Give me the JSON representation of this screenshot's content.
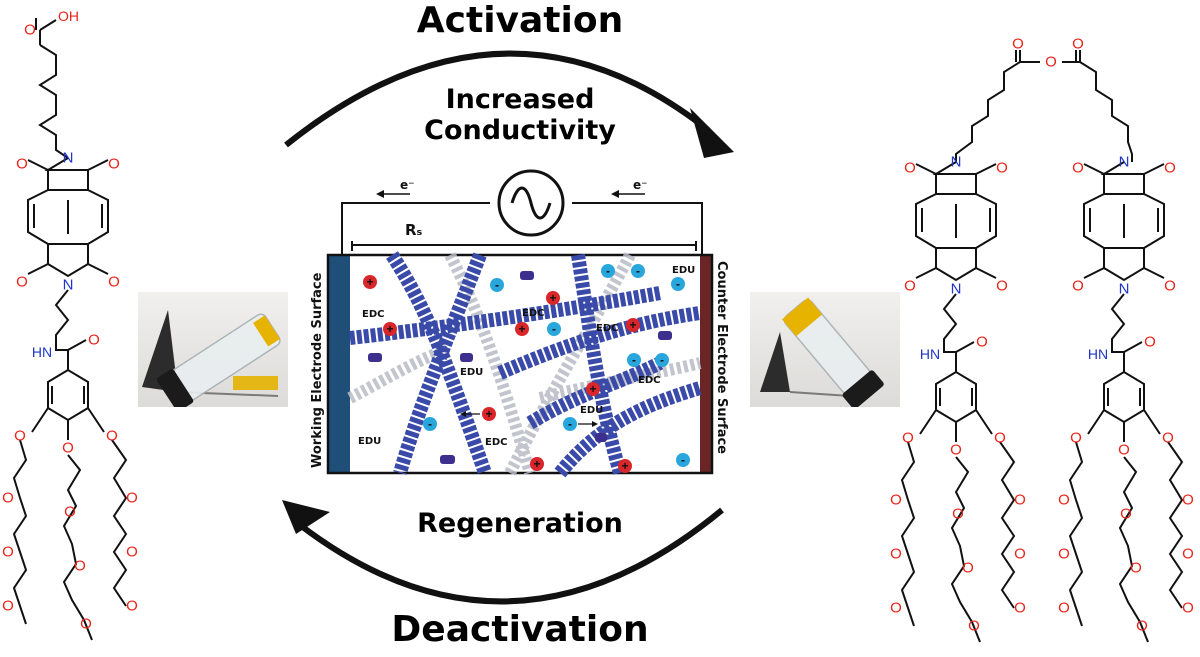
{
  "titles": {
    "activation": "Activation",
    "increased_conductivity": "Increased Conductivity",
    "regeneration": "Regeneration",
    "deactivation": "Deactivation"
  },
  "circuit": {
    "electron_left": "e⁻",
    "electron_right": "e⁻",
    "resistance": "Rₛ"
  },
  "cell": {
    "working_electrode": "Working Electrode Surface",
    "counter_electrode": "Counter Electrode Surface",
    "labels": [
      "EDC",
      "EDC",
      "EDC",
      "EDC",
      "EDC",
      "EDU",
      "EDU",
      "EDU",
      "EDU"
    ]
  },
  "molecule_labels": {
    "oh": "OH",
    "o": "O",
    "n": "N",
    "hn": "HN"
  },
  "colors": {
    "oxygen": "#e8231a",
    "nitrogen": "#1f35c8",
    "fiber": "#3a4aa8",
    "working_electrode": "#1f4f78",
    "counter_electrode": "#6a2626",
    "cation": "#d9262a",
    "anion": "#29a7dc",
    "vial_liquid": "#e6b300"
  }
}
